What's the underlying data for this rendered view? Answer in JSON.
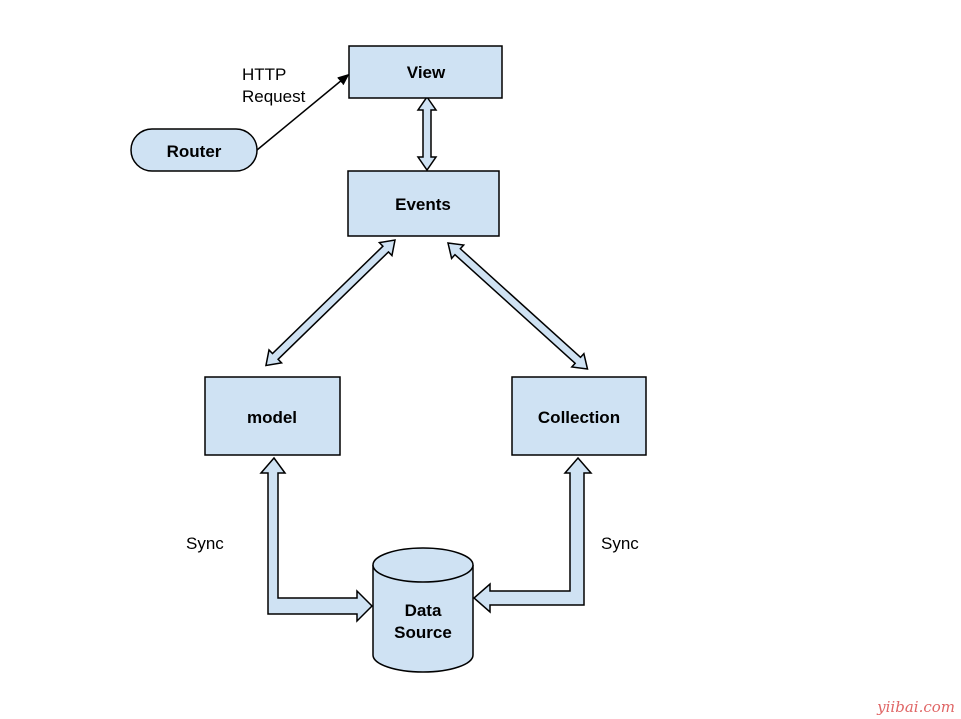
{
  "nodes": {
    "view": "View",
    "router": "Router",
    "events": "Events",
    "model": "model",
    "collection": "Collection",
    "data_source": [
      "Data",
      "Source"
    ]
  },
  "edge_labels": {
    "http_request": [
      "HTTP",
      "Request"
    ],
    "sync_left": "Sync",
    "sync_right": "Sync"
  },
  "watermark": "yiibai.com",
  "colors": {
    "node_fill": "#cfe2f3",
    "stroke": "#000000",
    "watermark": "#e06666"
  }
}
